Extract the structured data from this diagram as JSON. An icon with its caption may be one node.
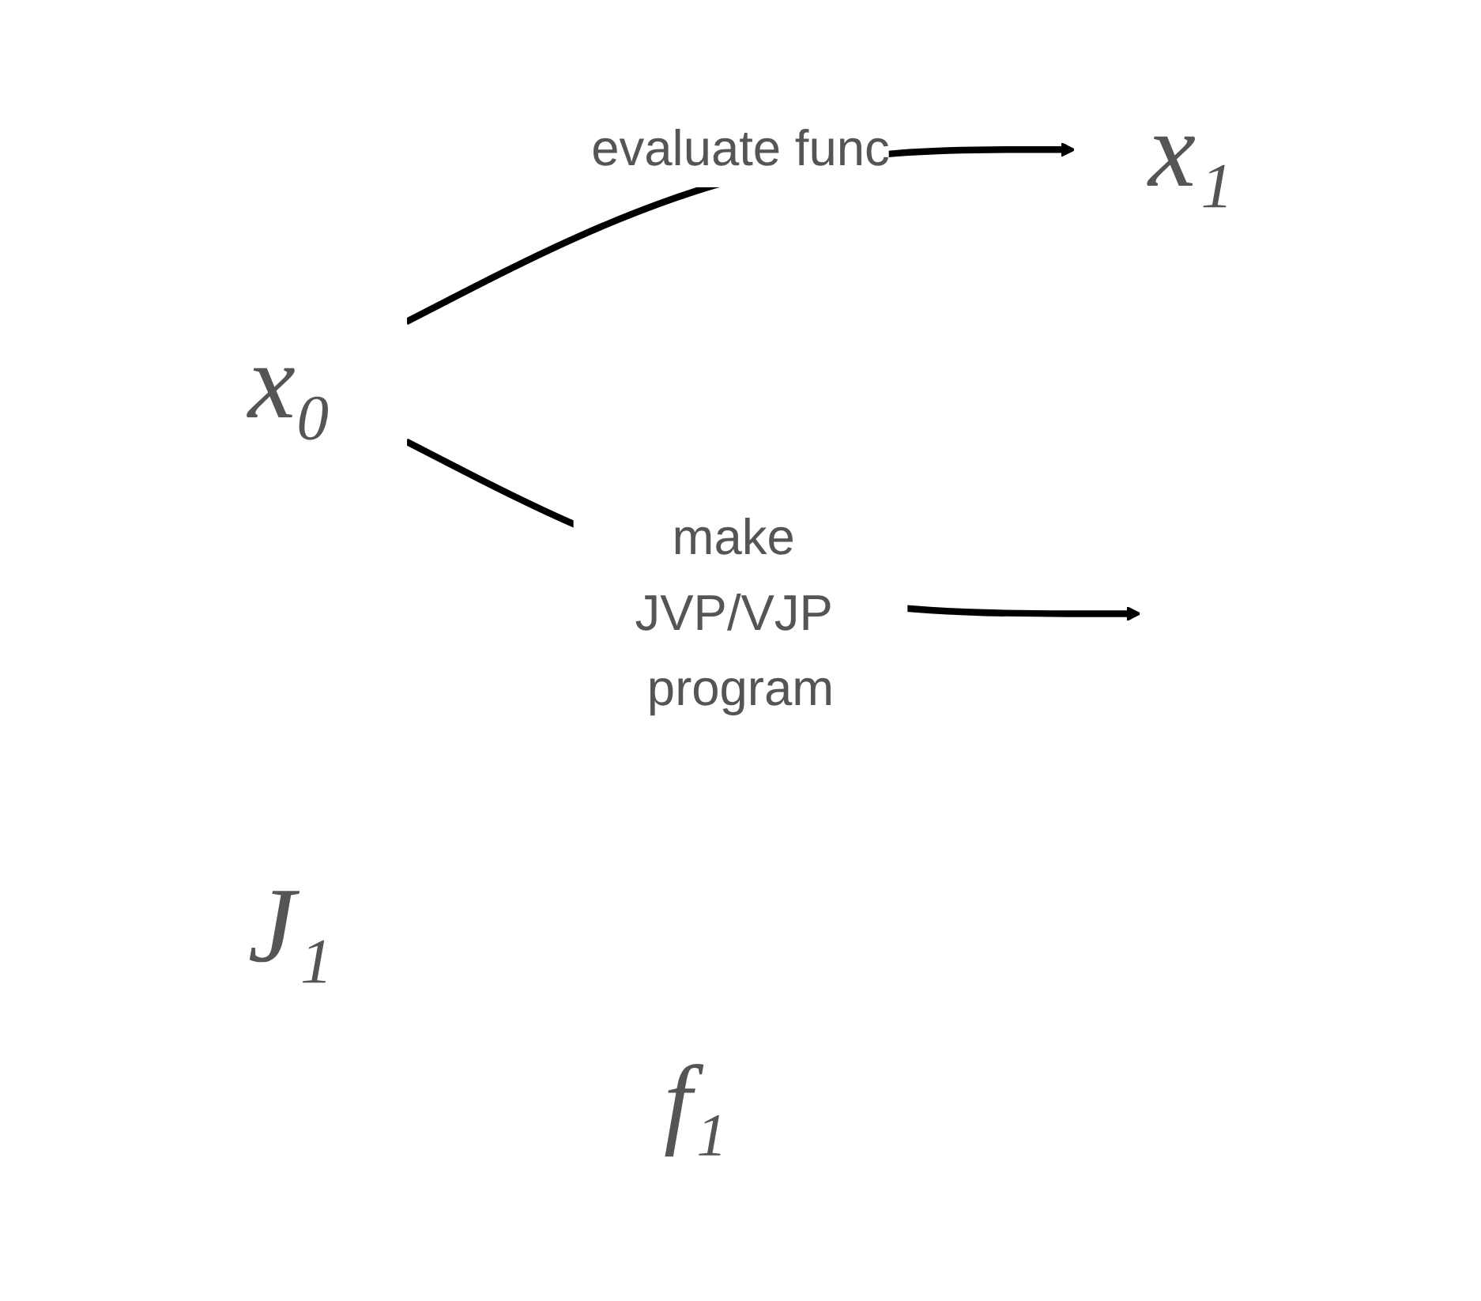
{
  "diagram": {
    "nodes": [
      {
        "text": [
          "x₀"
        ]
      },
      {
        "text": [
          "x₁"
        ]
      },
      {
        "text": [
          "J₁"
        ]
      }
    ],
    "edges": [
      {
        "from": 0,
        "to": 1,
        "arrow": "to",
        "label": "evaluate func"
      },
      {
        "from": 0,
        "to": null,
        "arrow": "to",
        "label": "make JVP/VJP program"
      }
    ],
    "labels": [
      "f₁"
    ]
  }
}
